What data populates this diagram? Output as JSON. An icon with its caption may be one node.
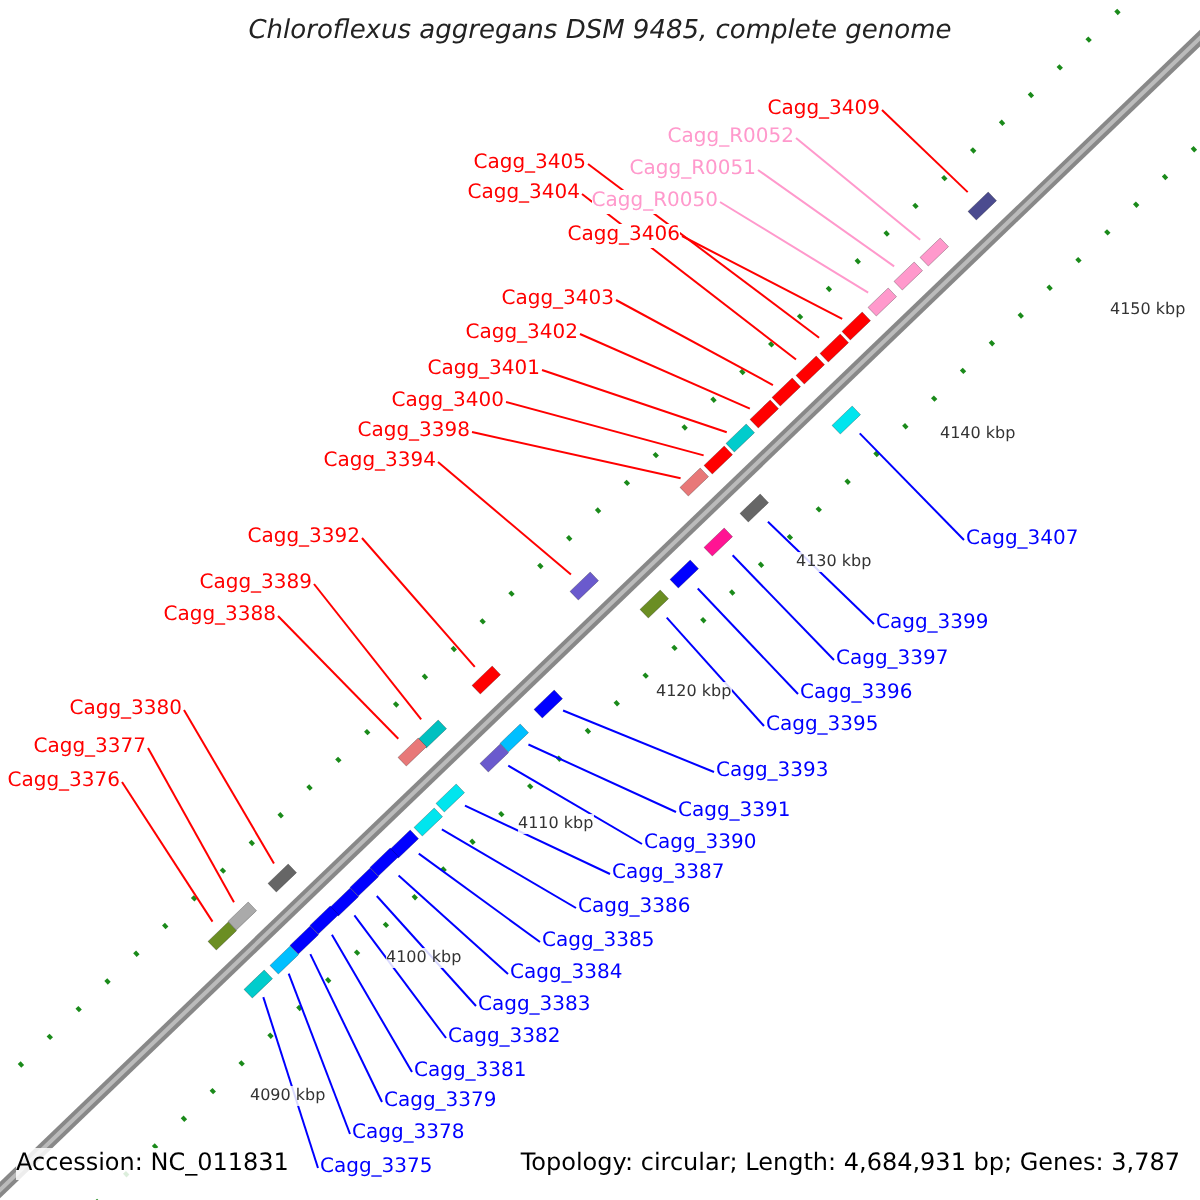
{
  "diagram": {
    "title": "Chloroflexus aggregans DSM 9485, complete genome",
    "nodes": [
      {
        "text": [
          "Cagg_3409"
        ]
      },
      {
        "text": [],
        "shape": "box"
      },
      {
        "text": [
          "Cagg_R0052"
        ]
      },
      {
        "text": [],
        "shape": "box"
      },
      {
        "text": [
          "Cagg_R0051"
        ]
      },
      {
        "text": [],
        "shape": "box"
      },
      {
        "text": [
          "Cagg_R0050"
        ]
      },
      {
        "text": [],
        "shape": "box"
      },
      {
        "text": [
          "Cagg_3405"
        ]
      },
      {
        "text": [],
        "shape": "box"
      },
      {
        "text": [
          "Cagg_3404"
        ]
      },
      {
        "text": [],
        "shape": "box"
      },
      {
        "text": [
          "Cagg_3406"
        ]
      },
      {
        "text": [],
        "shape": "box"
      },
      {
        "text": [
          "Cagg_3403"
        ]
      },
      {
        "text": [],
        "shape": "box"
      },
      {
        "text": [
          "Cagg_3402"
        ]
      },
      {
        "text": [],
        "shape": "box"
      },
      {
        "text": [
          "Cagg_3401"
        ]
      },
      {
        "text": [],
        "shape": "box"
      },
      {
        "text": [
          "Cagg_3400"
        ]
      },
      {
        "text": [],
        "shape": "box"
      },
      {
        "text": [
          "Cagg_3398"
        ]
      },
      {
        "text": [],
        "shape": "box"
      },
      {
        "text": [
          "Cagg_3394"
        ]
      },
      {
        "text": [],
        "shape": "box"
      },
      {
        "text": [
          "Cagg_3407"
        ]
      },
      {
        "text": [],
        "shape": "box"
      },
      {
        "text": [
          "Cagg_3392"
        ]
      },
      {
        "text": [],
        "shape": "box"
      },
      {
        "text": [
          "Cagg_3389"
        ]
      },
      {
        "text": [],
        "shape": "box"
      },
      {
        "text": [
          "Cagg_3388"
        ]
      },
      {
        "text": [],
        "shape": "box"
      },
      {
        "text": [
          "Cagg_3399"
        ]
      },
      {
        "text": [],
        "shape": "box"
      },
      {
        "text": [
          "Cagg_3397"
        ]
      },
      {
        "text": [],
        "shape": "box"
      },
      {
        "text": [
          "Cagg_3396"
        ]
      },
      {
        "text": [],
        "shape": "box"
      },
      {
        "text": [
          "Cagg_3395"
        ]
      },
      {
        "text": [],
        "shape": "box"
      },
      {
        "text": [
          "Cagg_3380"
        ]
      },
      {
        "text": [],
        "shape": "box"
      },
      {
        "text": [
          "Cagg_3377"
        ]
      },
      {
        "text": [],
        "shape": "box"
      },
      {
        "text": [
          "Cagg_3393"
        ]
      },
      {
        "text": [],
        "shape": "box"
      },
      {
        "text": [
          "Cagg_3376"
        ]
      },
      {
        "text": [],
        "shape": "box"
      },
      {
        "text": [
          "Cagg_3391"
        ]
      },
      {
        "text": [],
        "shape": "box"
      },
      {
        "text": [
          "Cagg_3390"
        ]
      },
      {
        "text": [],
        "shape": "box"
      },
      {
        "text": [
          "Cagg_3387"
        ]
      },
      {
        "text": [],
        "shape": "box"
      },
      {
        "text": [
          "Cagg_3386"
        ]
      },
      {
        "text": [],
        "shape": "box"
      },
      {
        "text": [
          "Cagg_3385"
        ]
      },
      {
        "text": [],
        "shape": "box"
      },
      {
        "text": [
          "Cagg_3384"
        ]
      },
      {
        "text": [],
        "shape": "box"
      },
      {
        "text": [
          "Cagg_3383"
        ]
      },
      {
        "text": [],
        "shape": "box"
      },
      {
        "text": [
          "Cagg_3382"
        ]
      },
      {
        "text": [],
        "shape": "box"
      },
      {
        "text": [
          "Cagg_3381"
        ]
      },
      {
        "text": [],
        "shape": "box"
      },
      {
        "text": [
          "Cagg_3379"
        ]
      },
      {
        "text": [],
        "shape": "box"
      },
      {
        "text": [
          "Cagg_3378"
        ]
      },
      {
        "text": [],
        "shape": "box"
      },
      {
        "text": [
          "Cagg_3375"
        ]
      },
      {
        "text": [],
        "shape": "box"
      }
    ],
    "edges": [
      {
        "from": 0,
        "to": 1,
        "arrow": "none",
        "color": "#ff0000"
      },
      {
        "from": 2,
        "to": 3,
        "arrow": "none",
        "color": "#ff99cc"
      },
      {
        "from": 4,
        "to": 5,
        "arrow": "none",
        "color": "#ff99cc"
      },
      {
        "from": 6,
        "to": 7,
        "arrow": "none",
        "color": "#ff99cc"
      },
      {
        "from": 8,
        "to": 9,
        "arrow": "none",
        "color": "#ff0000"
      },
      {
        "from": 10,
        "to": 11,
        "arrow": "none",
        "color": "#ff0000"
      },
      {
        "from": 12,
        "to": 13,
        "arrow": "none",
        "color": "#ff0000"
      },
      {
        "from": 14,
        "to": 15,
        "arrow": "none",
        "color": "#ff0000"
      },
      {
        "from": 16,
        "to": 17,
        "arrow": "none",
        "color": "#ff0000"
      },
      {
        "from": 18,
        "to": 19,
        "arrow": "none",
        "color": "#ff0000"
      },
      {
        "from": 20,
        "to": 21,
        "arrow": "none",
        "color": "#ff0000"
      },
      {
        "from": 22,
        "to": 23,
        "arrow": "none",
        "color": "#ff0000"
      },
      {
        "from": 24,
        "to": 25,
        "arrow": "none",
        "color": "#ff0000"
      },
      {
        "from": 26,
        "to": 27,
        "arrow": "none"
      },
      {
        "from": 28,
        "to": 29,
        "arrow": "none",
        "color": "#ff0000"
      },
      {
        "from": 30,
        "to": 31,
        "arrow": "none",
        "color": "#ff0000"
      },
      {
        "from": 32,
        "to": 33,
        "arrow": "none",
        "color": "#ff0000"
      },
      {
        "from": 34,
        "to": 35,
        "arrow": "none"
      },
      {
        "from": 36,
        "to": 37,
        "arrow": "none"
      },
      {
        "from": 38,
        "to": 39,
        "arrow": "none"
      },
      {
        "from": 40,
        "to": 41,
        "arrow": "none"
      },
      {
        "from": 42,
        "to": 43,
        "arrow": "none",
        "color": "#ff0000"
      },
      {
        "from": 44,
        "to": 45,
        "arrow": "none",
        "color": "#ff0000"
      },
      {
        "from": 46,
        "to": 47,
        "arrow": "none"
      },
      {
        "from": 48,
        "to": 49,
        "arrow": "none",
        "color": "#ff0000"
      },
      {
        "from": 50,
        "to": 51,
        "arrow": "none"
      },
      {
        "from": 52,
        "to": 53,
        "arrow": "none"
      },
      {
        "from": 54,
        "to": 55,
        "arrow": "none"
      },
      {
        "from": 56,
        "to": 57,
        "arrow": "none"
      },
      {
        "from": 58,
        "to": 59,
        "arrow": "none"
      },
      {
        "from": 60,
        "to": 61,
        "arrow": "none"
      },
      {
        "from": 62,
        "to": 63,
        "arrow": "none"
      },
      {
        "from": 64,
        "to": 65,
        "arrow": "none"
      },
      {
        "from": 66,
        "to": 67,
        "arrow": "none"
      },
      {
        "from": 68,
        "to": 69,
        "arrow": "none"
      },
      {
        "from": 70,
        "to": 71,
        "arrow": "none"
      },
      {
        "from": 72,
        "to": 73,
        "arrow": "none"
      }
    ],
    "labels": [
      "4150 kbp",
      "4140 kbp",
      "4130 kbp",
      "4120 kbp",
      "4110 kbp",
      "4100 kbp",
      "4090 kbp",
      "Accession: NC_011831",
      "Topology: circular; Length: 4,684,931 bp; Genes: 3,787"
    ]
  }
}
